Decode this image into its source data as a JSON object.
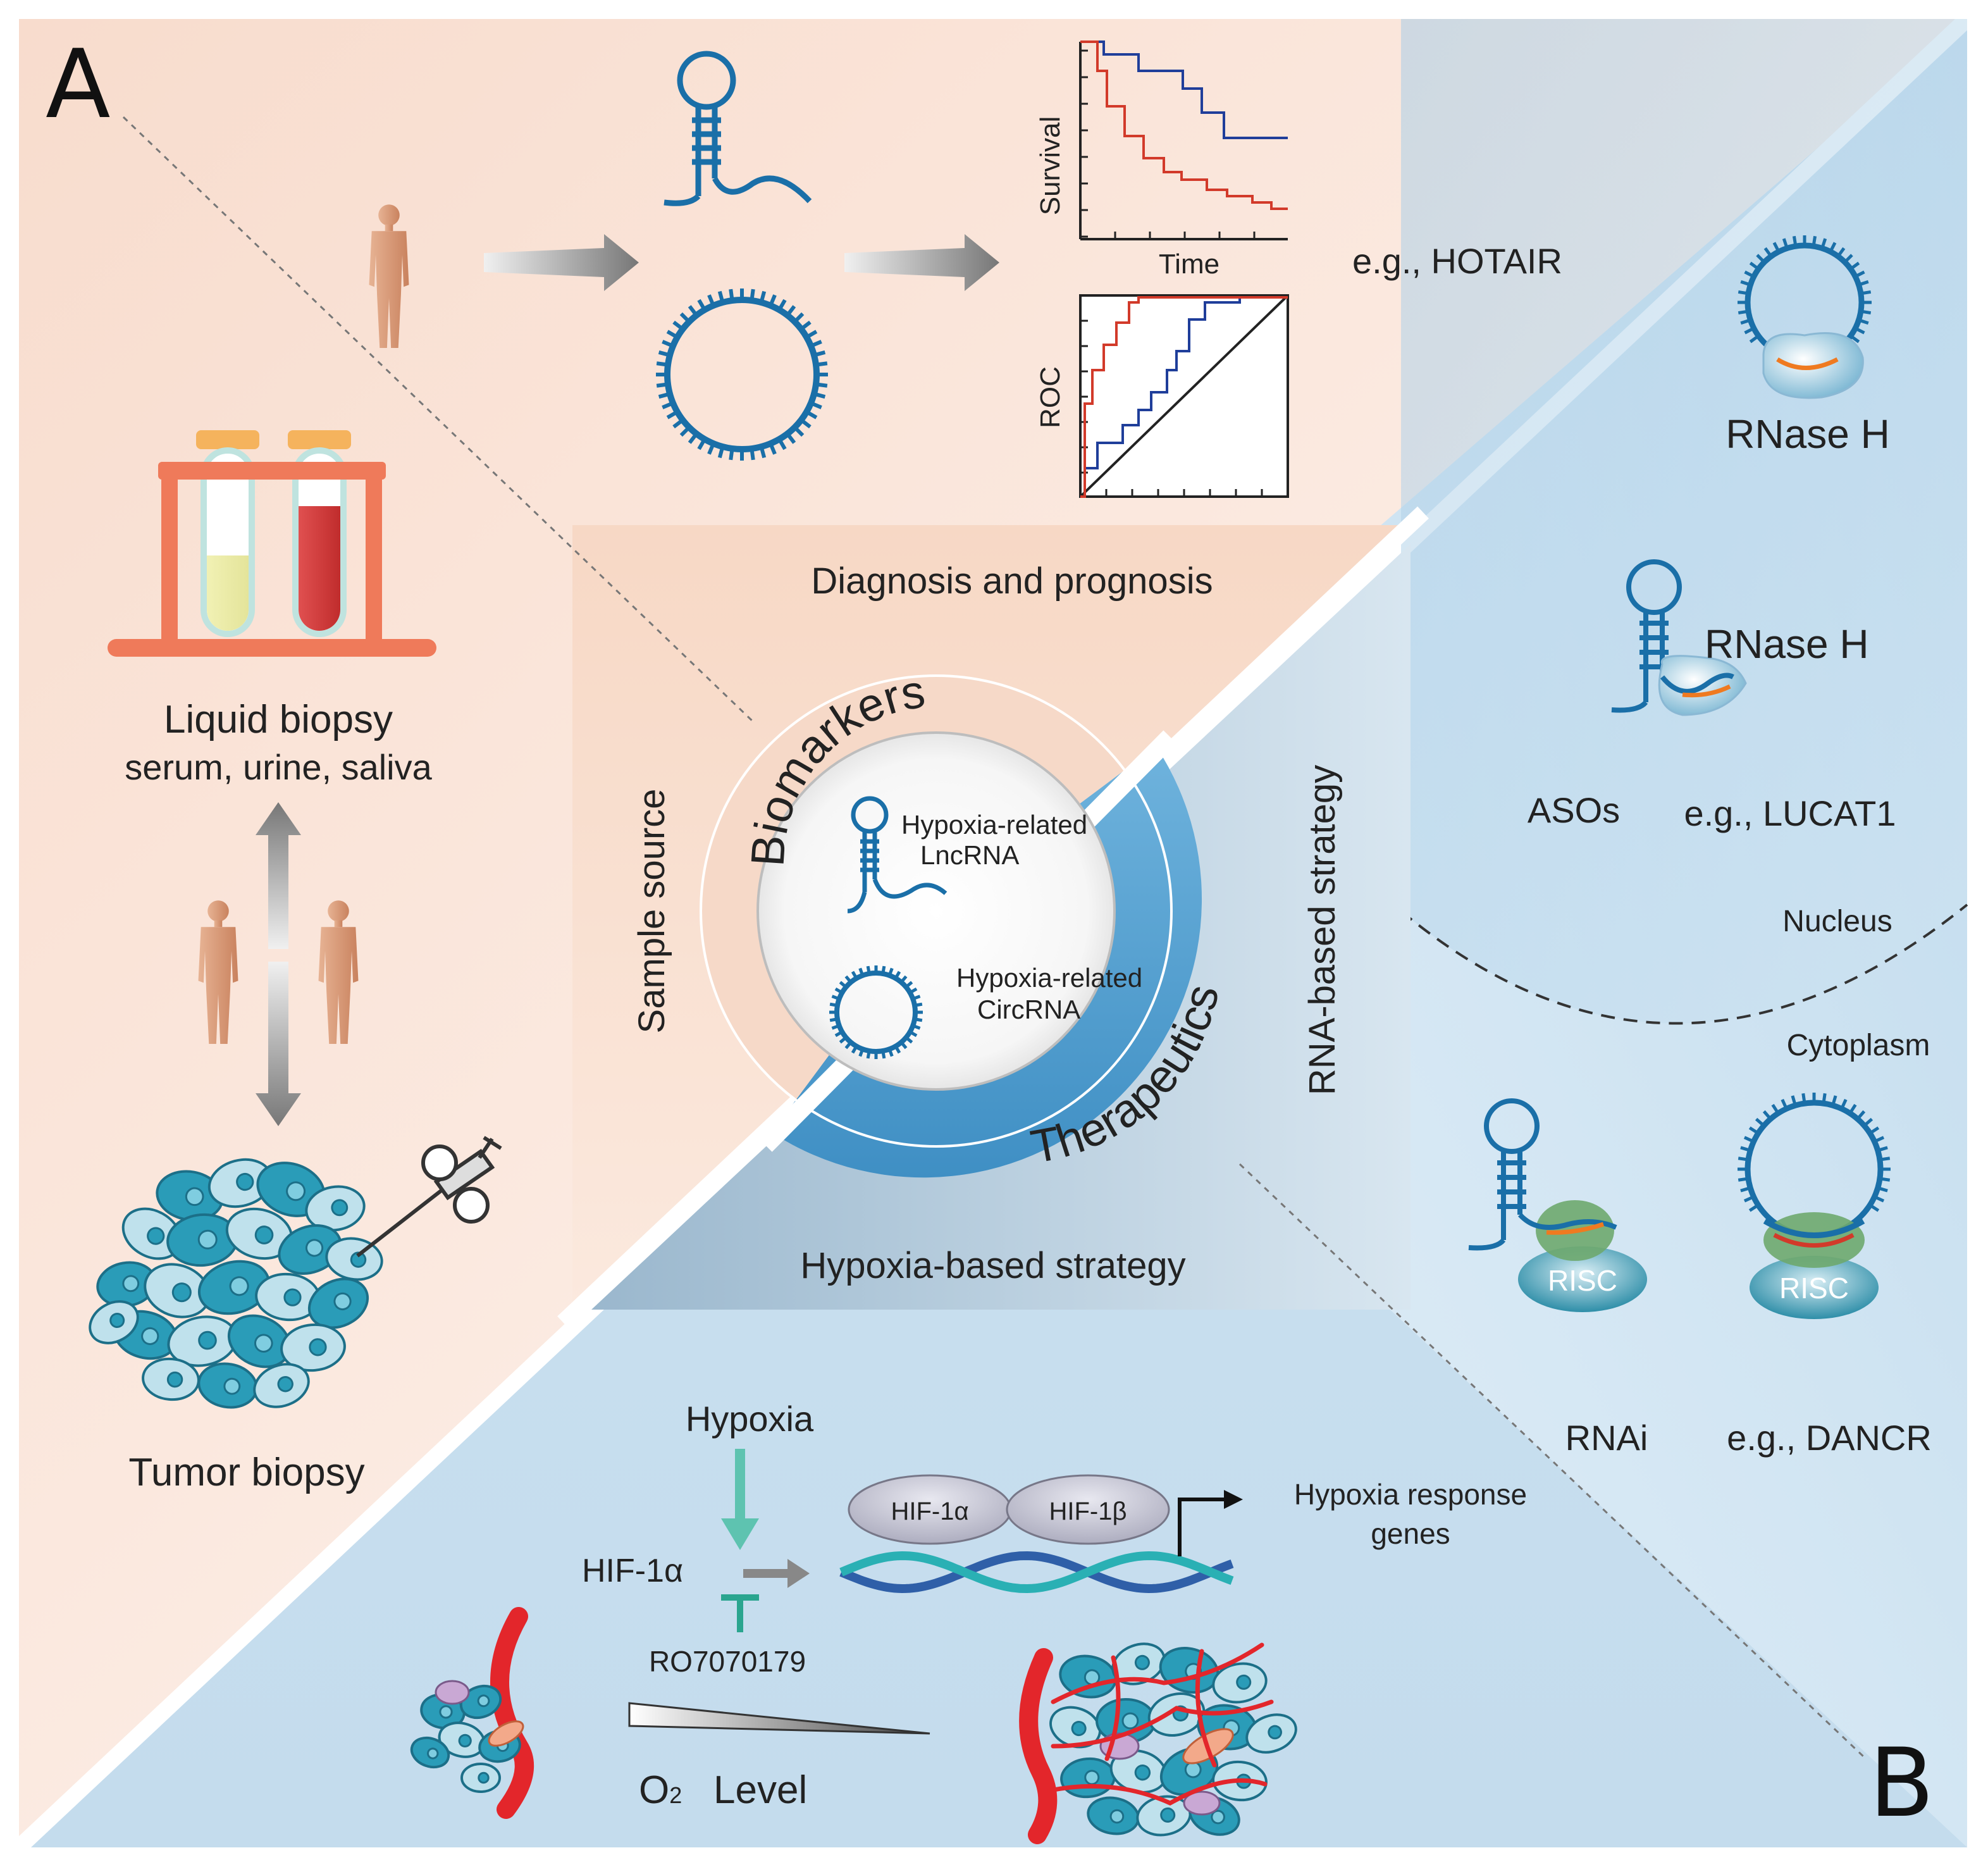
{
  "panels": {
    "a_letter": "A",
    "b_letter": "B"
  },
  "sample_source": {
    "title": "Sample source",
    "liquid_biopsy_title": "Liquid biopsy",
    "liquid_biopsy_samples": "serum, urine, saliva",
    "tumor_biopsy": "Tumor biopsy"
  },
  "diagnosis": {
    "title": "Diagnosis and prognosis",
    "survival_ylabel": "Survival",
    "survival_xlabel": "Time",
    "roc_ylabel": "ROC",
    "example": "e.g., HOTAIR"
  },
  "center": {
    "biomarkers": "Biomarkers",
    "therapeutics": "Therapeutics",
    "lncrna_line1": "Hypoxia-related",
    "lncrna_line2": "LncRNA",
    "circrna_line1": "Hypoxia-related",
    "circrna_line2": "CircRNA"
  },
  "rna_strategy": {
    "title": "RNA-based strategy",
    "rnase_h_top": "RNase H",
    "rnase_h_mid": "RNase H",
    "asos": "ASOs",
    "asos_example": "e.g., LUCAT1",
    "nucleus": "Nucleus",
    "cytoplasm": "Cytoplasm",
    "risc_left": "RISC",
    "risc_right": "RISC",
    "rnai": "RNAi",
    "rnai_example": "e.g., DANCR"
  },
  "hypoxia_strategy": {
    "title": "Hypoxia-based strategy",
    "hypoxia": "Hypoxia",
    "hif1a": "HIF-1α",
    "hif1a_protein": "HIF-1α",
    "hif1b_protein": "HIF-1β",
    "inhibitor": "RO7070179",
    "response_line1": "Hypoxia response",
    "response_line2": "genes",
    "o2_symbol": "O",
    "o2_subscript": "2",
    "o2_level": "Level"
  },
  "colors": {
    "rna_blue": "#1a6fa8",
    "peach_bg": "#fbe9df",
    "blue_bg": "#cfe3f1",
    "ring_peach": "#f6d9c8",
    "ring_blue": "#5fa9d6",
    "survival_blue": "#1f3e9a",
    "survival_red": "#d23a2a",
    "rack_orange": "#ef7a5a",
    "cap_yellow": "#f5b35d",
    "serum_yellow": "#eeeea4",
    "blood_red": "#d2393a",
    "skin": "#d99a7a",
    "cell_teal": "#2a9cb8",
    "risc_teal": "#2e8ea8",
    "green_bind": "#6ea86e",
    "orange_bind": "#ef7a20",
    "hif_gray": "#c9c9d6",
    "vessel_red": "#e3262b"
  }
}
